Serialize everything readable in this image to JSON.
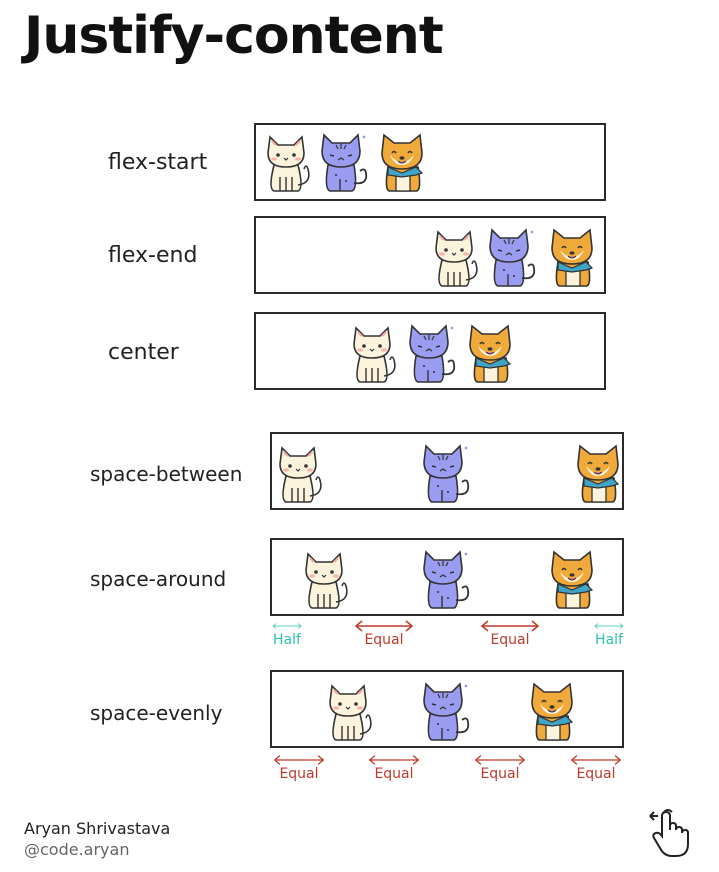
{
  "title": "Justify-content",
  "rows": [
    {
      "label": "flex-start"
    },
    {
      "label": "flex-end"
    },
    {
      "label": "center"
    },
    {
      "label": "space-between"
    },
    {
      "label": "space-around",
      "gaps": [
        "Half",
        "Equal",
        "Equal",
        "Half"
      ]
    },
    {
      "label": "space-evenly",
      "gaps": [
        "Equal",
        "Equal",
        "Equal",
        "Equal"
      ]
    }
  ],
  "footer": {
    "author": "Aryan Shrivastava",
    "handle": "@code.aryan"
  },
  "colors": {
    "equal": "#c0392b",
    "half": "#2fbfb0",
    "border": "#2b2b2b"
  },
  "icons": [
    "cream-cat-icon",
    "purple-cat-icon",
    "shiba-dog-icon",
    "swipe-hand-icon"
  ]
}
